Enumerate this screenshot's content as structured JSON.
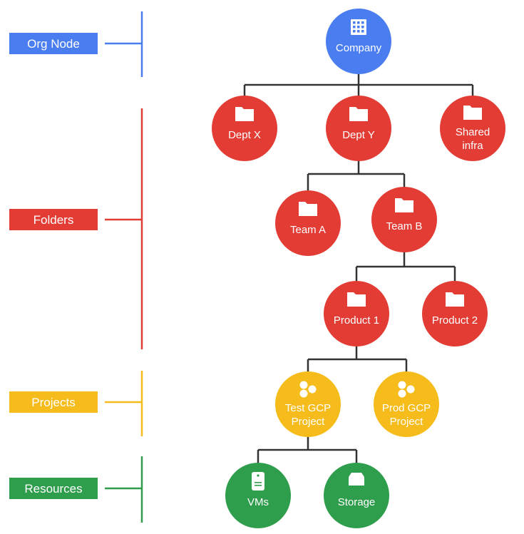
{
  "colors": {
    "blue": "#4a7ef0",
    "red": "#e23c35",
    "yellow": "#f5bc1b",
    "green": "#2e9e4d",
    "connector": "#333333"
  },
  "levels": [
    {
      "id": "org",
      "label": "Org Node",
      "color": "#4a7ef0"
    },
    {
      "id": "folders",
      "label": "Folders",
      "color": "#e23c35"
    },
    {
      "id": "projects",
      "label": "Projects",
      "color": "#f5bc1b"
    },
    {
      "id": "resources",
      "label": "Resources",
      "color": "#2e9e4d"
    }
  ],
  "nodes": [
    {
      "id": "company",
      "lines": [
        "Company"
      ],
      "color": "#4a7ef0",
      "icon": "building-icon"
    },
    {
      "id": "dept-x",
      "lines": [
        "Dept X"
      ],
      "color": "#e23c35",
      "icon": "folder-icon"
    },
    {
      "id": "dept-y",
      "lines": [
        "Dept Y"
      ],
      "color": "#e23c35",
      "icon": "folder-icon"
    },
    {
      "id": "shared-infra",
      "lines": [
        "Shared",
        "infra"
      ],
      "color": "#e23c35",
      "icon": "folder-icon"
    },
    {
      "id": "team-a",
      "lines": [
        "Team A"
      ],
      "color": "#e23c35",
      "icon": "folder-icon"
    },
    {
      "id": "team-b",
      "lines": [
        "Team B"
      ],
      "color": "#e23c35",
      "icon": "folder-icon"
    },
    {
      "id": "product-1",
      "lines": [
        "Product 1"
      ],
      "color": "#e23c35",
      "icon": "folder-icon"
    },
    {
      "id": "product-2",
      "lines": [
        "Product 2"
      ],
      "color": "#e23c35",
      "icon": "folder-icon"
    },
    {
      "id": "test-gcp",
      "lines": [
        "Test GCP",
        "Project"
      ],
      "color": "#f5bc1b",
      "icon": "project-hex-icon"
    },
    {
      "id": "prod-gcp",
      "lines": [
        "Prod GCP",
        "Project"
      ],
      "color": "#f5bc1b",
      "icon": "project-hex-icon"
    },
    {
      "id": "vms",
      "lines": [
        "VMs"
      ],
      "color": "#2e9e4d",
      "icon": "vm-icon"
    },
    {
      "id": "storage",
      "lines": [
        "Storage"
      ],
      "color": "#2e9e4d",
      "icon": "storage-icon"
    }
  ],
  "edges": [
    {
      "parent": "company",
      "children": [
        "dept-x",
        "dept-y",
        "shared-infra"
      ]
    },
    {
      "parent": "dept-y",
      "children": [
        "team-a",
        "team-b"
      ]
    },
    {
      "parent": "team-b",
      "children": [
        "product-1",
        "product-2"
      ]
    },
    {
      "parent": "product-1",
      "children": [
        "test-gcp",
        "prod-gcp"
      ]
    },
    {
      "parent": "test-gcp",
      "children": [
        "vms",
        "storage"
      ]
    }
  ]
}
